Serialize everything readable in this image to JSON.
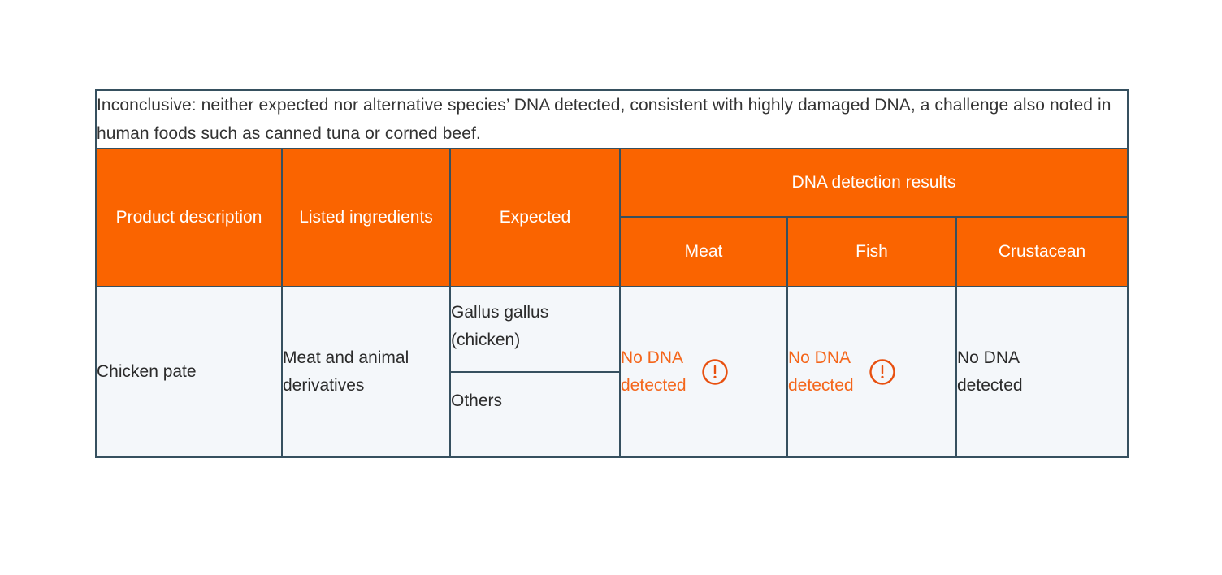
{
  "note": {
    "text": "Inconclusive: neither expected nor alternative species’ DNA detected, consistent with highly damaged DNA, a challenge also noted in human foods such as canned tuna or corned beef."
  },
  "table": {
    "headers": {
      "product_description": "Product description",
      "listed_ingredients": "Listed ingredients",
      "expected": "Expected",
      "dna_group": "DNA detection results",
      "meat": "Meat",
      "fish": "Fish",
      "crustacean": "Crustacean"
    },
    "rows": [
      {
        "product_description": "Chicken pate",
        "listed_ingredients": "Meat and animal derivatives",
        "expected_primary": "Gallus gallus (chicken)",
        "expected_secondary": "Others",
        "meat": {
          "label": "No DNA\ndetected",
          "status": "warning",
          "icon": "exclamation-circle-icon"
        },
        "fish": {
          "label": "No DNA\ndetected",
          "status": "warning",
          "icon": "exclamation-circle-icon"
        },
        "crustacean": {
          "label": "No DNA\ndetected",
          "status": "neutral",
          "icon": ""
        }
      }
    ]
  },
  "colors": {
    "header_orange": "#fa6400",
    "border": "#36505f",
    "body_background": "#f4f7fa",
    "warning_text": "#f4661b",
    "warning_icon": "#e8500f",
    "note_text": "#333333",
    "page_background": "#ffffff"
  }
}
